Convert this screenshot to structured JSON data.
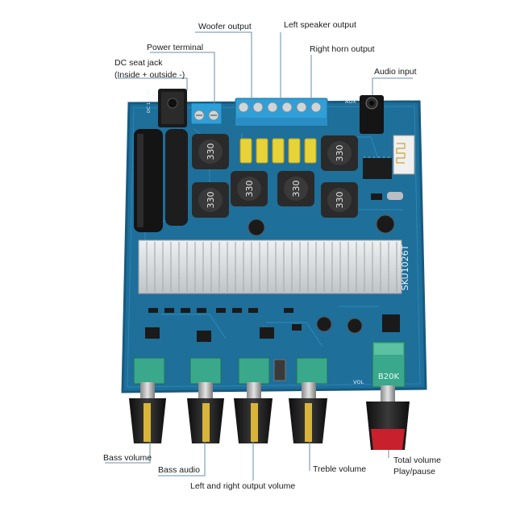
{
  "labels": {
    "woofer_output": "Woofer output",
    "left_speaker_output": "Left speaker output",
    "power_terminal": "Power terminal",
    "right_horn_output": "Right horn output",
    "dc_jack_line1": "DC seat jack",
    "dc_jack_line2": "(Inside + outside -)",
    "audio_input": "Audio input",
    "bass_volume": "Bass volume",
    "bass_audio": "Bass audio",
    "lr_output_volume": "Left and right output volume",
    "treble_volume": "Treble volume",
    "total_volume_line1": "Total volume",
    "total_volume_line2": "Play/pause"
  },
  "board_marks": {
    "model": "SKU1026T",
    "pot_code": "B20K",
    "capacitor_code": "330",
    "aux_mark": "AUX",
    "vol_mark": "VOL",
    "dc_mark": "DC 12-24V"
  },
  "colors": {
    "pcb": "#1e6f9a",
    "pcb_edge": "#165a80",
    "terminal": "#2f9fd8",
    "heatsink": "#d6dadc",
    "pot_body": "#3aa88a",
    "knob": "#1b1b1b",
    "knob_accent": "#d8b43a",
    "knob_red": "#c8202c",
    "inductor": "#2a2a2a",
    "film_cap": "#e8d23a",
    "leader": "#6a8fa8"
  }
}
